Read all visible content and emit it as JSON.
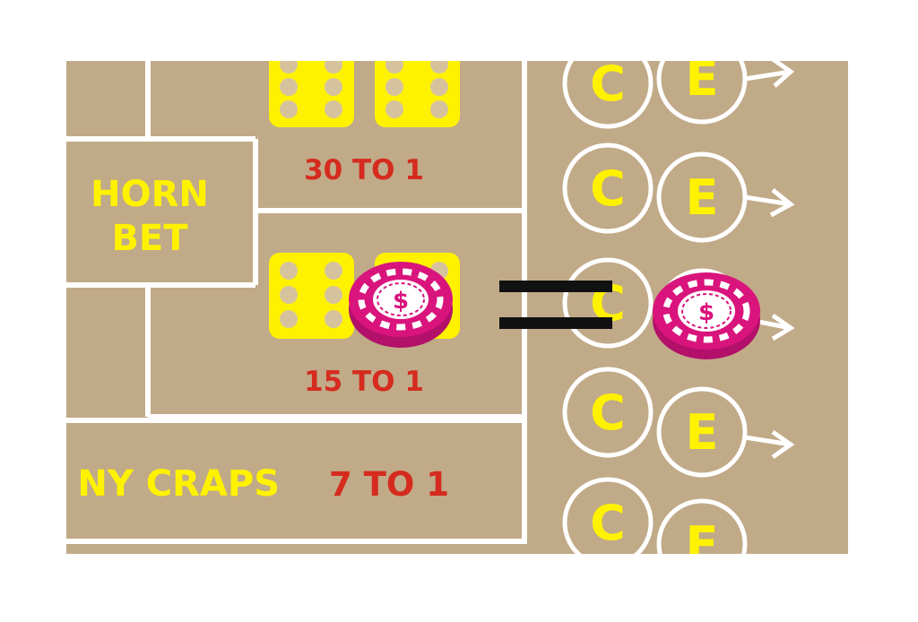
{
  "colors": {
    "felt": "#c1aa88",
    "lines": "#ffffff",
    "yellow_text": "#fff200",
    "red_text": "#d52b1e",
    "die": "#fff200",
    "pip": "#d6c39d",
    "chip": "#d9147c",
    "equals": "#111111"
  },
  "board": {
    "horn_bet": {
      "line1": "HORN",
      "line2": "BET"
    },
    "payouts": {
      "top": "30 TO 1",
      "middle": "15 TO 1",
      "any_craps": "7 TO 1"
    },
    "any_craps_label": "NY CRAPS"
  },
  "ce_bets": {
    "c_letter": "C",
    "e_letter": "E"
  },
  "chip": {
    "symbol": "$"
  },
  "icons": [
    "die-six-icon",
    "chip-icon",
    "arrow-right-icon",
    "equals-icon"
  ]
}
